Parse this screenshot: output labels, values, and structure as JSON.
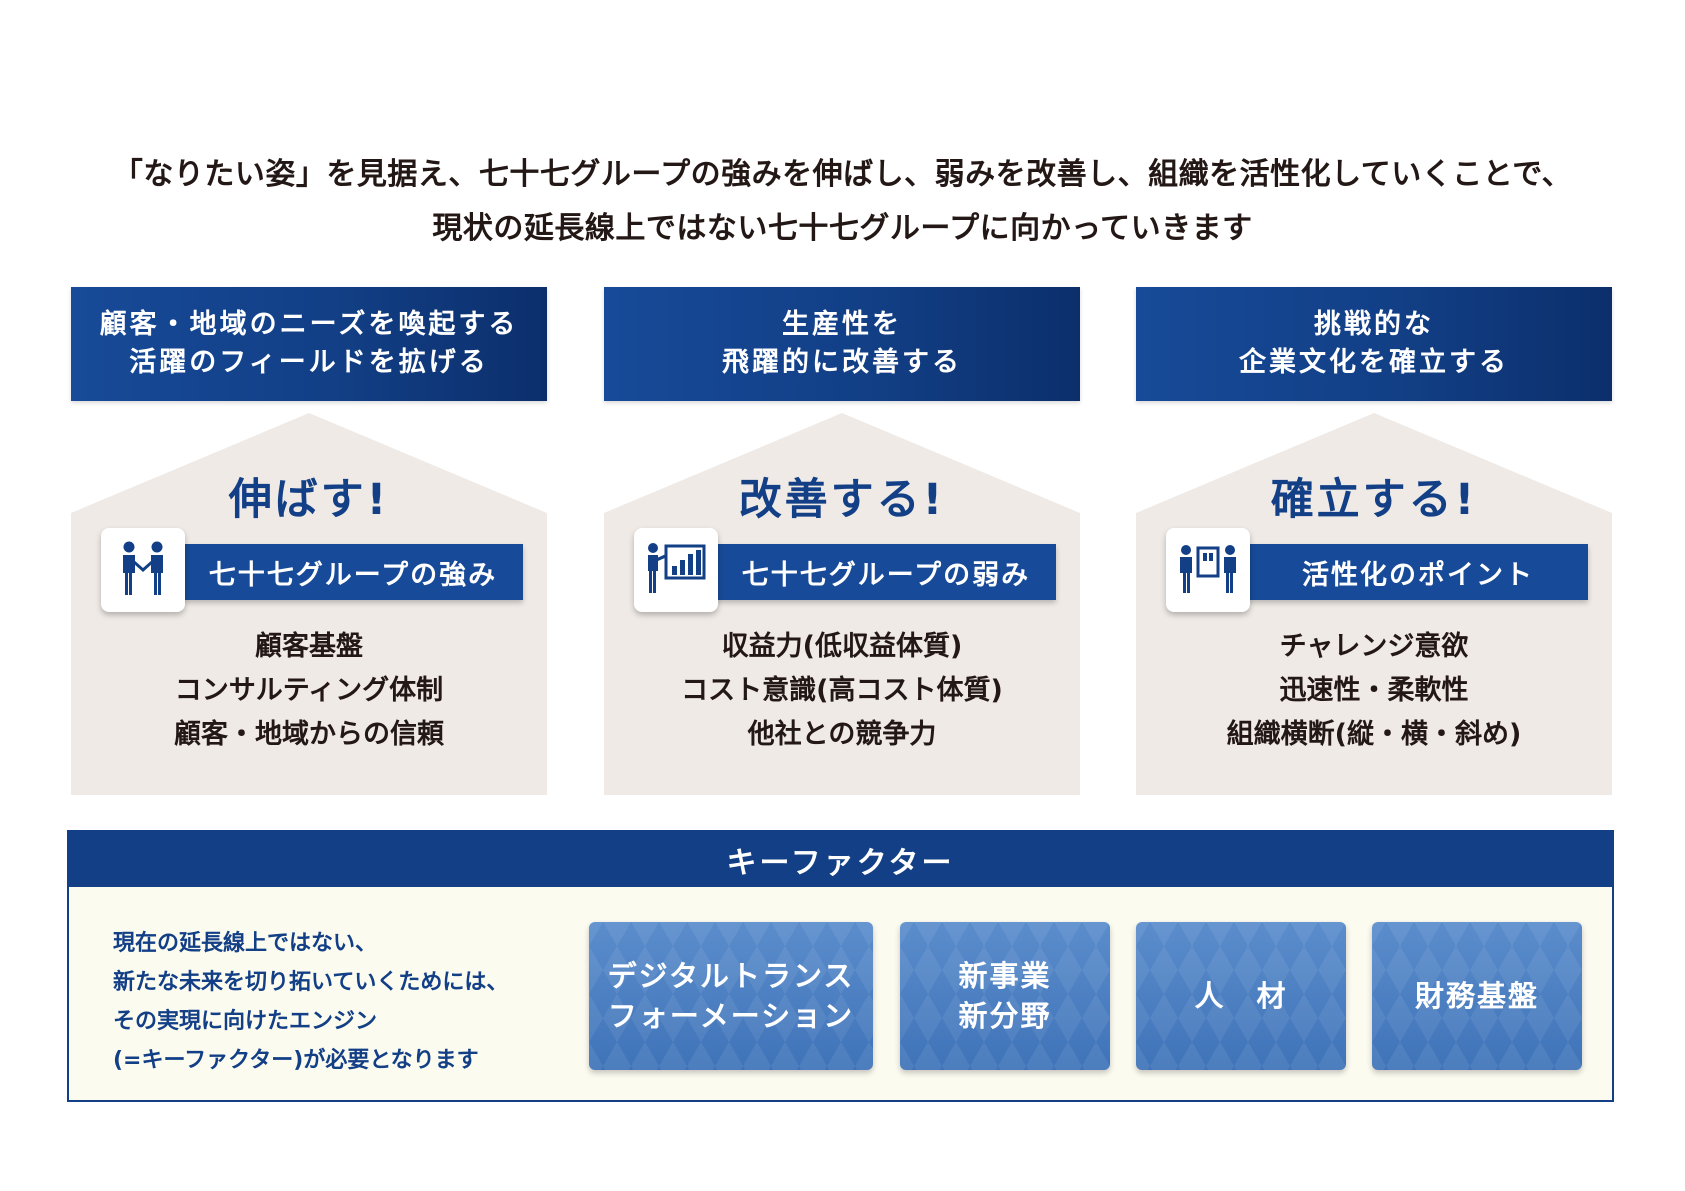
{
  "intro": {
    "line1": "「なりたい姿」を見据え、七十七グループの強みを伸ばし、弱みを改善し、組織を活性化していくことで、",
    "line2": "現状の延長線上ではない七十七グループに向かっていきます"
  },
  "columns": [
    {
      "goal": [
        "顧客・地域のニーズを喚起する",
        "活躍のフィールドを拡げる"
      ],
      "house_title": "伸ばす!",
      "icon": "handshake-icon",
      "label": "七十七グループの強み",
      "items": [
        "顧客基盤",
        "コンサルティング体制",
        "顧客・地域からの信頼"
      ]
    },
    {
      "goal": [
        "生産性を",
        "飛躍的に改善する"
      ],
      "house_title": "改善する!",
      "icon": "presentation-chart-icon",
      "label": "七十七グループの弱み",
      "items": [
        "収益力(低収益体質)",
        "コスト意識(高コスト体質)",
        "他社との競争力"
      ]
    },
    {
      "goal": [
        "挑戦的な",
        "企業文化を確立する"
      ],
      "house_title": "確立する!",
      "icon": "team-icon",
      "label": "活性化のポイント",
      "items": [
        "チャレンジ意欲",
        "迅速性・柔軟性",
        "組織横断(縦・横・斜め)"
      ]
    }
  ],
  "key_factor": {
    "title": "キーファクター",
    "description": [
      "現在の延長線上ではない、",
      "新たな未来を切り拓いていくためには、",
      "その実現に向けたエンジン",
      "(=キーファクター)が必要となります"
    ],
    "cards": [
      [
        "デジタルトランス",
        "フォーメーション"
      ],
      [
        "新事業",
        "新分野"
      ],
      [
        "人　材"
      ],
      [
        "財務基盤"
      ]
    ]
  },
  "colors": {
    "navy": "#123f86",
    "blue": "#174a98",
    "house_fill": "#efeae6",
    "card_blue": "#4a7ec0",
    "cream": "#fcfbf0"
  }
}
